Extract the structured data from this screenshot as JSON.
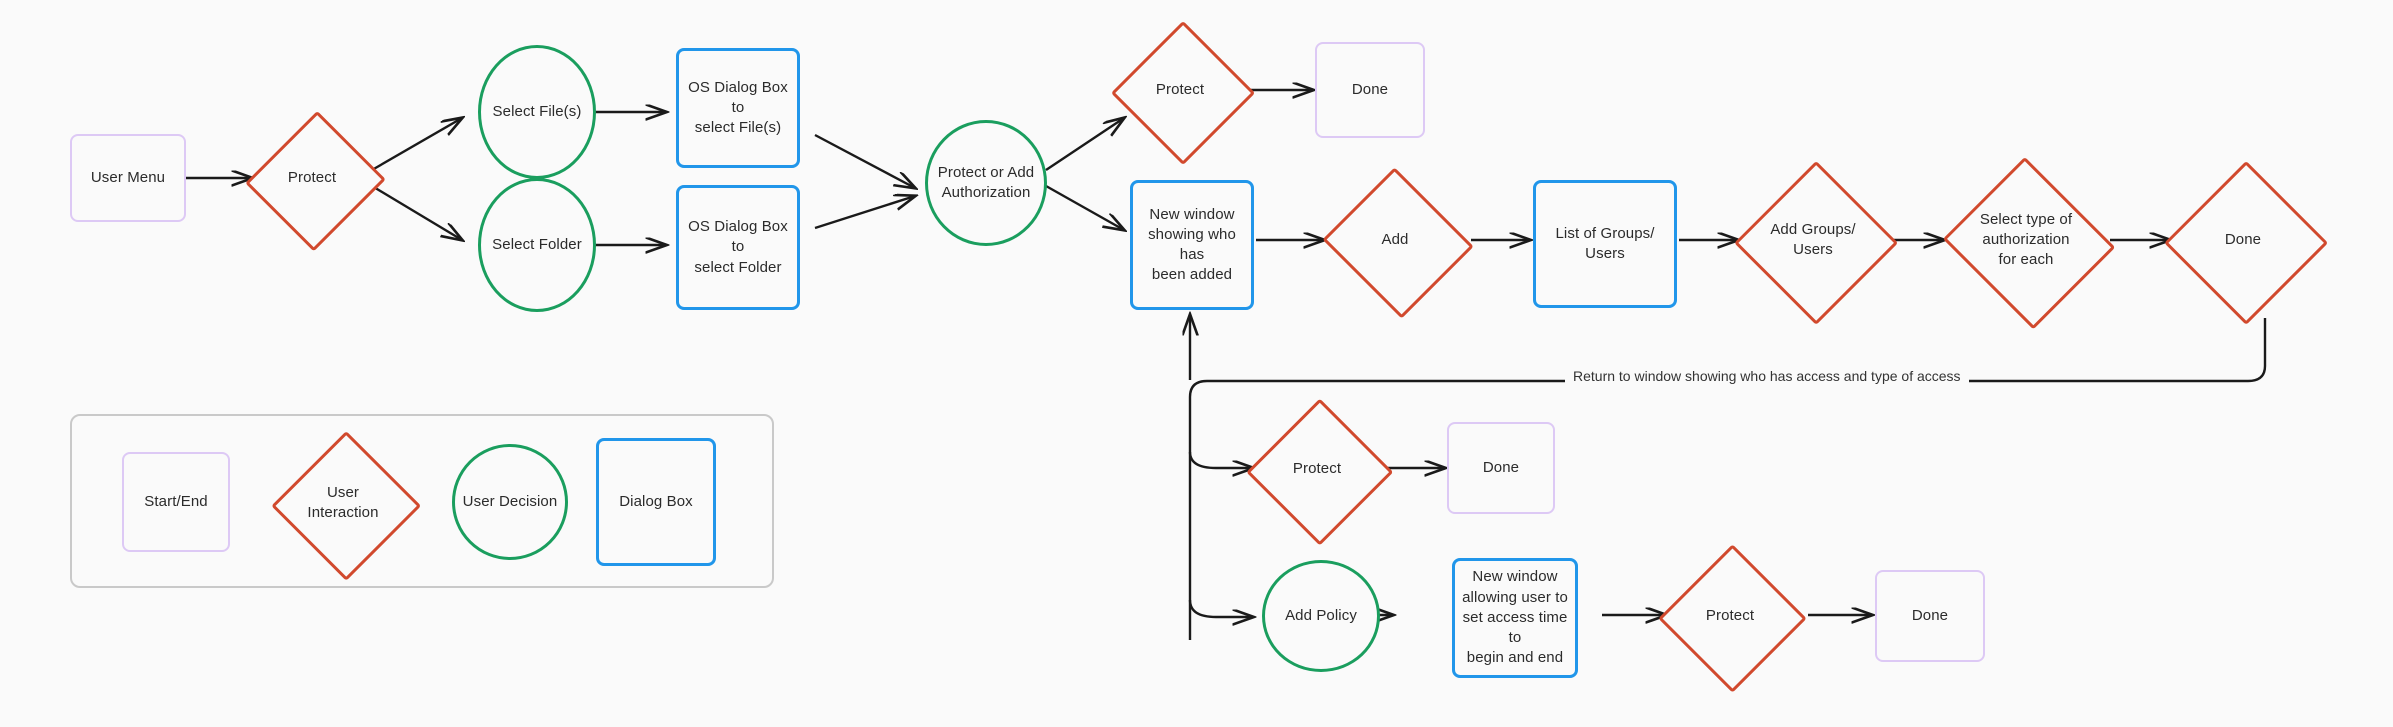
{
  "diagram": {
    "title": "Protect / Add Authorization flow",
    "colors": {
      "background": "#fafafa",
      "start_end": "#ddc9f5",
      "user_interaction": "#d1492d",
      "user_decision": "#1a9e5e",
      "dialog_box": "#2196ea",
      "connector": "#1a1a1a",
      "legend_border": "#c9c9c9",
      "text": "#2b2b2b"
    },
    "nodes": [
      {
        "id": "user-menu",
        "label": "User Menu",
        "type": "start-end"
      },
      {
        "id": "protect-1",
        "label": "Protect",
        "type": "user-interaction"
      },
      {
        "id": "select-files",
        "label": "Select File(s)",
        "type": "user-decision"
      },
      {
        "id": "select-folder",
        "label": "Select Folder",
        "type": "user-decision"
      },
      {
        "id": "os-dialog-files",
        "label": "OS Dialog Box to select File(s)",
        "type": "dialog-box"
      },
      {
        "id": "os-dialog-folder",
        "label": "OS Dialog Box to select Folder",
        "type": "dialog-box"
      },
      {
        "id": "protect-or-add-auth",
        "label": "Protect or Add Authorization",
        "type": "user-decision"
      },
      {
        "id": "protect-2",
        "label": "Protect",
        "type": "user-interaction"
      },
      {
        "id": "done-1",
        "label": "Done",
        "type": "start-end"
      },
      {
        "id": "new-window-added",
        "label": "New window showing who has been added",
        "type": "dialog-box"
      },
      {
        "id": "add",
        "label": "Add",
        "type": "user-interaction"
      },
      {
        "id": "list-groups-users",
        "label": "List of Groups/ Users",
        "type": "dialog-box"
      },
      {
        "id": "add-groups-users",
        "label": "Add Groups/ Users",
        "type": "user-interaction"
      },
      {
        "id": "select-type-auth",
        "label": "Select type of authorization for each",
        "type": "user-interaction"
      },
      {
        "id": "done-2",
        "label": "Done",
        "type": "user-interaction"
      },
      {
        "id": "protect-3",
        "label": "Protect",
        "type": "user-interaction"
      },
      {
        "id": "done-3",
        "label": "Done",
        "type": "start-end"
      },
      {
        "id": "add-policy",
        "label": "Add Policy",
        "type": "user-decision"
      },
      {
        "id": "new-window-time",
        "label": "New window allowing user to set access time to begin and end",
        "type": "dialog-box"
      },
      {
        "id": "protect-4",
        "label": "Protect",
        "type": "user-interaction"
      },
      {
        "id": "done-4",
        "label": "Done",
        "type": "start-end"
      }
    ],
    "edge_labels": [
      {
        "id": "return-label",
        "text": "Return to window showing who has access and type of access"
      }
    ],
    "legend": {
      "items": [
        {
          "id": "legend-start-end",
          "label": "Start/End",
          "type": "start-end"
        },
        {
          "id": "legend-user-interaction",
          "label": "User Interaction",
          "type": "user-interaction"
        },
        {
          "id": "legend-user-decision",
          "label": "User Decision",
          "type": "user-decision"
        },
        {
          "id": "legend-dialog-box",
          "label": "Dialog Box",
          "type": "dialog-box"
        }
      ]
    }
  },
  "node_text": {
    "user_menu": "User Menu",
    "protect_1": "Protect",
    "select_files": "Select File(s)",
    "select_folder": "Select Folder",
    "os_dialog_files_l1": "OS Dialog Box to",
    "os_dialog_files_l2": "select File(s)",
    "os_dialog_folder_l1": "OS Dialog Box to",
    "os_dialog_folder_l2": "select Folder",
    "protect_or_add_auth_l1": "Protect or Add",
    "protect_or_add_auth_l2": "Authorization",
    "protect_2": "Protect",
    "done_1": "Done",
    "new_window_added_l1": "New window",
    "new_window_added_l2": "showing who has",
    "new_window_added_l3": "been added",
    "add": "Add",
    "list_groups_users_l1": "List of Groups/",
    "list_groups_users_l2": "Users",
    "add_groups_users_l1": "Add Groups/",
    "add_groups_users_l2": "Users",
    "select_type_auth_l1": "Select type of",
    "select_type_auth_l2": "authorization",
    "select_type_auth_l3": "for each",
    "done_2": "Done",
    "protect_3": "Protect",
    "done_3": "Done",
    "add_policy": "Add Policy",
    "new_window_time_l1": "New window",
    "new_window_time_l2": "allowing user to",
    "new_window_time_l3": "set access time to",
    "new_window_time_l4": "begin and end",
    "protect_4": "Protect",
    "done_4": "Done",
    "return_label": "Return to window showing who has access and type of access",
    "legend_start_end": "Start/End",
    "legend_user_interaction_l1": "User",
    "legend_user_interaction_l2": "Interaction",
    "legend_user_decision": "User Decision",
    "legend_dialog_box": "Dialog Box"
  }
}
